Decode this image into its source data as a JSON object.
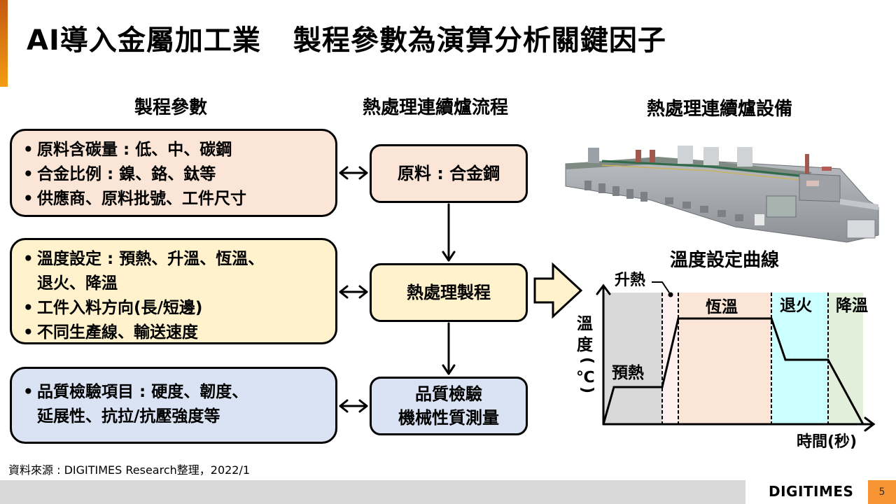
{
  "title": {
    "part1": "AI導入金屬加工業",
    "part2": "製程參數為演算分析關鍵因子"
  },
  "headings": {
    "params": "製程參數",
    "flow": "熱處理連續爐流程",
    "equipment": "熱處理連續爐設備",
    "curve": "溫度設定曲線"
  },
  "param_boxes": [
    {
      "lines": [
        {
          "bullet": "•",
          "text": "原料含碳量 : 低、中、碳鋼"
        },
        {
          "bullet": "•",
          "text": "合金比例 : 鎳、鉻、鈦等"
        },
        {
          "bullet": "•",
          "text": "供應商、原料批號、工件尺寸"
        }
      ]
    },
    {
      "lines": [
        {
          "bullet": "•",
          "text": "溫度設定 : 預熱、升溫、恆溫、"
        },
        {
          "bullet": "",
          "text": "退火、降溫"
        },
        {
          "bullet": "•",
          "text": "工件入料方向(長/短邊)"
        },
        {
          "bullet": "•",
          "text": "不同生產線、輸送速度"
        }
      ]
    },
    {
      "lines": [
        {
          "bullet": "•",
          "text": "品質檢驗項目 : 硬度、韌度、"
        },
        {
          "bullet": "",
          "text": "延展性、抗拉/抗壓強度等"
        }
      ]
    }
  ],
  "flow_boxes": [
    {
      "lines": [
        "原料 : 合金鋼"
      ]
    },
    {
      "lines": [
        "熱處理製程"
      ]
    },
    {
      "lines": [
        "品質檢驗",
        "機械性質測量"
      ]
    }
  ],
  "temperature_curve": {
    "y_axis_label": [
      "溫",
      "度",
      "(",
      "℃",
      ")"
    ],
    "x_axis_label": "時間(秒)",
    "phases": [
      {
        "name": "預熱",
        "color": "#d9d9d9"
      },
      {
        "name": "升熱",
        "color": "#fdf0ee"
      },
      {
        "name": "恆溫",
        "color": "#fbe5d6"
      },
      {
        "name": "退火",
        "color": "#ccffff"
      },
      {
        "name": "降溫",
        "color": "#e2efda"
      }
    ]
  },
  "source": "資料來源 : DIGITIMES Research整理，2022/1",
  "footer": {
    "logo": "DIGITIMES",
    "page": "5"
  },
  "colors": {
    "accent": "#f79433",
    "param_red": "#fbe5d6",
    "param_yellow": "#fff2cc",
    "param_blue": "#dae3f3"
  }
}
